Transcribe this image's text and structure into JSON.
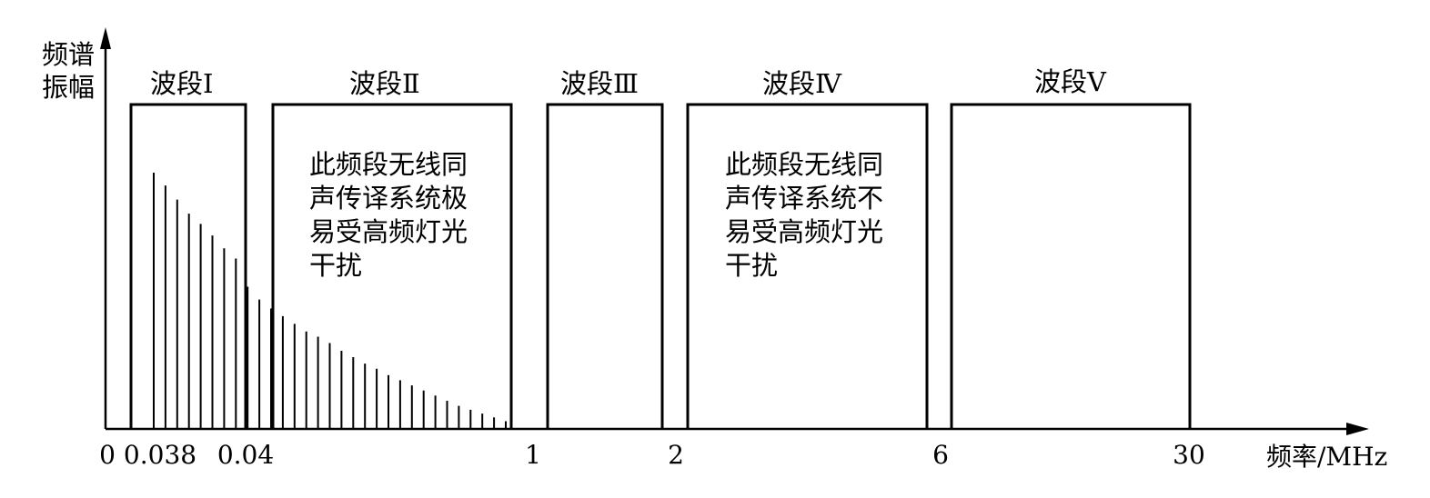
{
  "y_axis_label": [
    "频谱",
    "振幅"
  ],
  "x_axis_label": "频率/MHz",
  "tick_labels": [
    "0",
    "0.038",
    "0.04",
    "1",
    "2",
    "6",
    "30"
  ],
  "bands": [
    {
      "label": "波段Ⅰ"
    },
    {
      "label": "波段Ⅱ"
    },
    {
      "label": "波段Ⅲ"
    },
    {
      "label": "波段Ⅳ"
    },
    {
      "label": "波段Ⅴ"
    }
  ],
  "annotations": {
    "band2": [
      "此频段无线同",
      "声传译系统极",
      "易受高频灯光",
      "干扰"
    ],
    "band4": [
      "此频段无线同",
      "声传译系统不",
      "易受高频灯光",
      "干扰"
    ]
  },
  "spectral_lines": {
    "count": 31,
    "description_values_relative": [
      1.0,
      0.95,
      0.895,
      0.84,
      0.8,
      0.755,
      0.705,
      0.665,
      0.555,
      0.505,
      0.47,
      0.44,
      0.41,
      0.38,
      0.36,
      0.335,
      0.305,
      0.28,
      0.255,
      0.235,
      0.21,
      0.19,
      0.17,
      0.15,
      0.13,
      0.11,
      0.09,
      0.075,
      0.06,
      0.045,
      0.03
    ]
  }
}
